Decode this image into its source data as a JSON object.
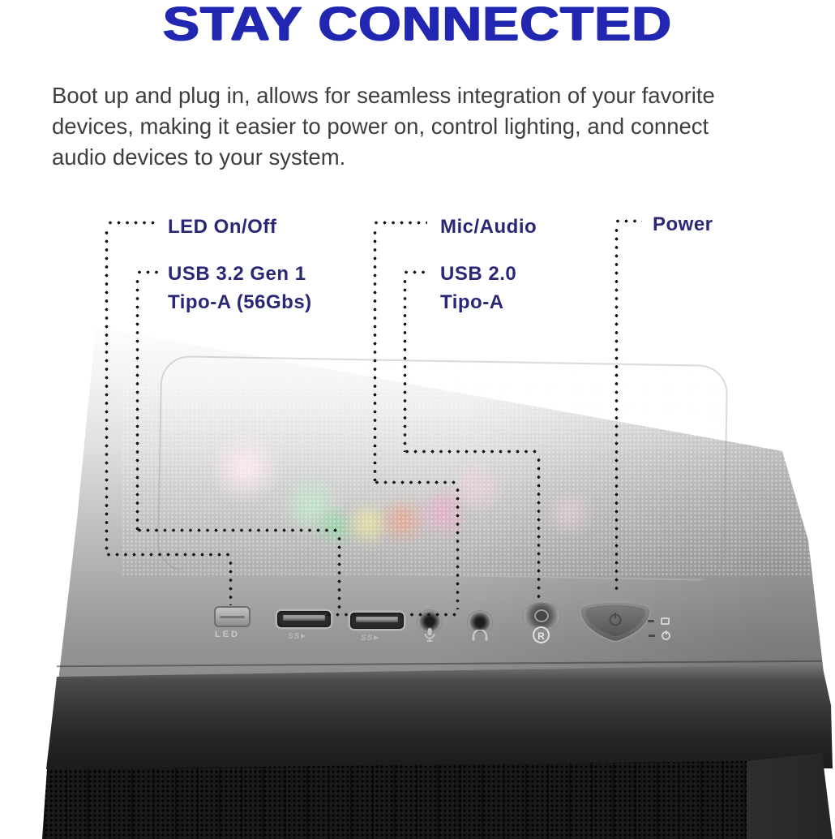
{
  "header": {
    "title": "STAY CONNECTED"
  },
  "intro": {
    "line1": "Boot up and plug in, allows for seamless integration of your favorite",
    "line2": "devices, making it easier to power on, control lighting, and connect",
    "line3": "audio devices to your system."
  },
  "callouts": {
    "led": {
      "label": "LED On/Off"
    },
    "usb32": {
      "line1": "USB 3.2 Gen 1",
      "line2": "Tipo-A (56Gbs)"
    },
    "mic": {
      "label": "Mic/Audio"
    },
    "usb20": {
      "line1": "USB 2.0",
      "line2": "Tipo-A"
    },
    "power": {
      "label": "Power"
    }
  },
  "io_panel": {
    "led_button_label": "LED",
    "usb_marking": "SS",
    "reset_marking": "R",
    "icons": [
      "led-button",
      "usb-superspeed-icon",
      "mic-icon",
      "headphone-icon",
      "reset-button",
      "power-shield-button",
      "hdd-led-icon",
      "power-led-icon"
    ]
  },
  "colors": {
    "title_blue": "#2227b2",
    "label_navy": "#2b2777",
    "body_text": "#3e3e3e",
    "leader_dots": "#161616",
    "rgb_glow": [
      "#ffe9f2",
      "#bfe8c9",
      "#8fd6a0",
      "#e9e29a",
      "#eaa28c",
      "#e8a9c6",
      "#f0cede"
    ]
  }
}
